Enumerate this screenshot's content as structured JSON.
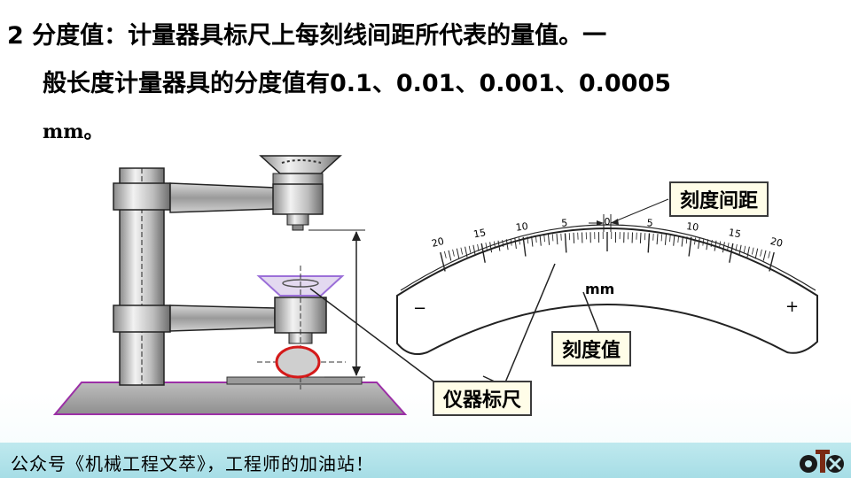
{
  "body_text": {
    "line1": "2 分度值：计量器具标尺上每刻线间距所代表的量值。一",
    "line2": "般长度计量器具的分度值有0.1、0.01、0.001、0.0005",
    "line3": "mm。"
  },
  "diagram": {
    "labels": {
      "tick_spacing": "刻度间距",
      "scale_value": "刻度值",
      "instrument_scale": "仪器标尺",
      "unit": "mm"
    },
    "scale_numbers": [
      "20",
      "15",
      "10",
      "5",
      "0",
      "5",
      "10",
      "15",
      "20"
    ],
    "minus_sign": "−",
    "plus_sign": "+"
  },
  "footer": {
    "text": "公众号《机械工程文萃》，工程师的加油站！",
    "logo_icon": "gear-logo-icon"
  }
}
